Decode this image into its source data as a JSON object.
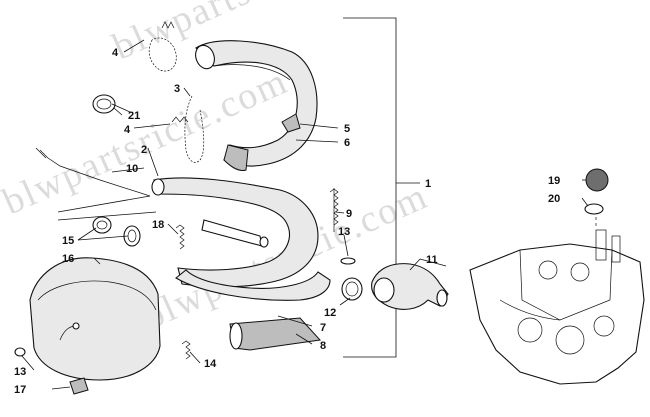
{
  "watermark": "blwpartsricie.com",
  "callouts": [
    {
      "id": "c1",
      "text": "1"
    },
    {
      "id": "c2",
      "text": "2"
    },
    {
      "id": "c3",
      "text": "3"
    },
    {
      "id": "c4a",
      "text": "4"
    },
    {
      "id": "c4b",
      "text": "4"
    },
    {
      "id": "c5",
      "text": "5"
    },
    {
      "id": "c6",
      "text": "6"
    },
    {
      "id": "c7",
      "text": "7"
    },
    {
      "id": "c8",
      "text": "8"
    },
    {
      "id": "c9",
      "text": "9"
    },
    {
      "id": "c10",
      "text": "10"
    },
    {
      "id": "c11",
      "text": "11"
    },
    {
      "id": "c12",
      "text": "12"
    },
    {
      "id": "c13a",
      "text": "13"
    },
    {
      "id": "c13b",
      "text": "13"
    },
    {
      "id": "c14",
      "text": "14"
    },
    {
      "id": "c15",
      "text": "15"
    },
    {
      "id": "c16",
      "text": "16"
    },
    {
      "id": "c17",
      "text": "17"
    },
    {
      "id": "c18",
      "text": "18"
    },
    {
      "id": "c19",
      "text": "19"
    },
    {
      "id": "c20",
      "text": "20"
    },
    {
      "id": "c21",
      "text": "21"
    }
  ],
  "colors": {
    "line": "#111111",
    "watermark": "#d8d8d8",
    "cap_fill": "#6e6e6e"
  }
}
